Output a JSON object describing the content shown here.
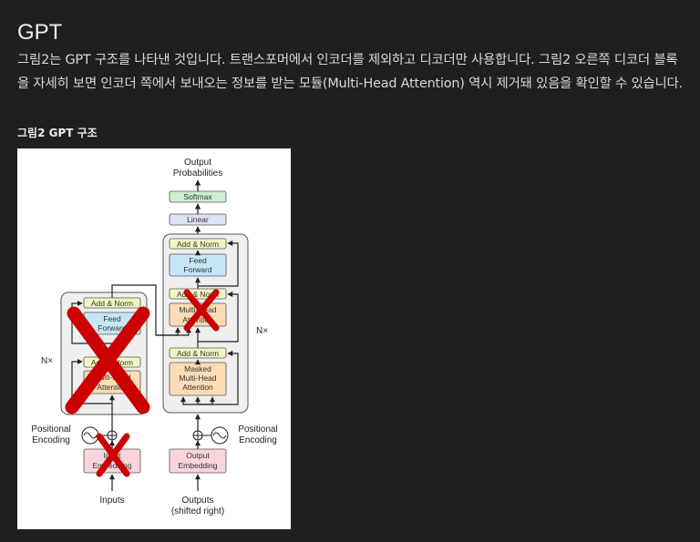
{
  "page": {
    "title": "GPT",
    "paragraph": "그림2는 GPT 구조를 나타낸 것입니다. 트랜스포머에서 인코더를 제외하고 디코더만 사용합니다. 그림2 오른쪽 디코더 블록을 자세히 보면 인코더 쪽에서 보내오는 정보를 받는 모듈(Multi-Head Attention) 역시 제거돼 있음을 확인할 수 있습니다.",
    "caption": "그림2 GPT 구조"
  },
  "figure": {
    "output_probabilities": [
      "Output",
      "Probabilities"
    ],
    "softmax": "Softmax",
    "linear": "Linear",
    "decoder": {
      "add_norm_top": "Add & Norm",
      "feed_forward": [
        "Feed",
        "Forward"
      ],
      "add_norm_mid": "Add & Norm",
      "multi_head": [
        "Multi-Head",
        "Attention"
      ],
      "add_norm_bottom": "Add & Norm",
      "masked_multi_head": [
        "Masked",
        "Multi-Head",
        "Attention"
      ],
      "nx": "N×"
    },
    "encoder": {
      "add_norm_top": "Add & Norm",
      "feed_forward": [
        "Feed",
        "Forward"
      ],
      "add_norm_bottom": "Add & Norm",
      "multi_head": [
        "Multi-Head",
        "Attention"
      ],
      "nx": "N×"
    },
    "positional_encoding_left": [
      "Positional",
      "Encoding"
    ],
    "positional_encoding_right": [
      "Positional",
      "Encoding"
    ],
    "input_embedding": [
      "Input",
      "Embedding"
    ],
    "output_embedding": [
      "Output",
      "Embedding"
    ],
    "inputs": "Inputs",
    "outputs": [
      "Outputs",
      "(shifted right)"
    ],
    "colors": {
      "add_norm": "#f2f5c2",
      "feed_forward": "#c5e6f7",
      "attention": "#fbdcb4",
      "embedding": "#f8d4dc",
      "softmax": "#cfeecf",
      "linear": "#dde2f5",
      "cross_mark": "#cc0000"
    }
  }
}
